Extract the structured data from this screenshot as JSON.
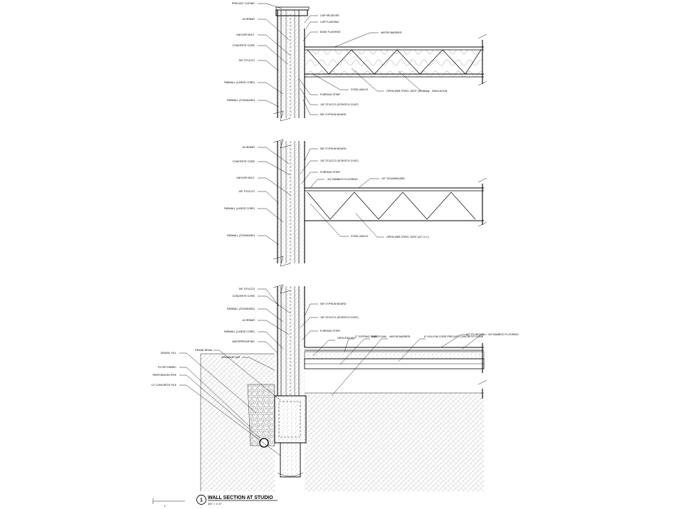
{
  "sheet": {
    "title_number": "1",
    "title": "WALL SECTION AT STUDIO",
    "scale": "3/4\" = 1'-0\"",
    "scale_bar_label": "1'"
  },
  "detail_top": {
    "left_labels": [
      "PRECAST COPING",
      "#4 REBAR",
      "ANCHOR BOLT",
      "CONCRETE CORE",
      "3/8\" STUCCO",
      "FABWALL (LARGE CORE)",
      "FABWALL (STANDARD)"
    ],
    "right_labels": [
      "CAP RECEIVER",
      "CAP FLASHING",
      "BASE FLASHING",
      "WATER BARRIER",
      "FURRING STRIP",
      "STEEL ANGLE",
      "OPEN-WEB STEEL JOIST (24\" O.C.)",
      "INSULATION",
      "1/8\" STUCCO (SCRATCH COAT)",
      "5/8\" GYPSUM BOARD"
    ]
  },
  "detail_mid": {
    "left_labels": [
      "#4 REBAR",
      "CONCRETE CORE",
      "ANCHOR BOLT",
      "3/8\" STUCCO",
      "FABWALL (LARGE CORE)",
      "FABWALL (STANDARD)"
    ],
    "right_labels": [
      "5/8\" GYPSUM BOARD",
      "1/8\" STUCCO (SCRATCH COAT)",
      "FURRING STRIP",
      "3/4\" BAMBOO FLOORING",
      "1/2\" SOUNDBOARD",
      "STEEL ANGLE",
      "OPEN-WEB STEEL JOIST (24\" O.C.)"
    ]
  },
  "detail_bot": {
    "left_labels": [
      "3/8\" STUCCO",
      "CONCRETE CORE",
      "FABWALL (STANDARD)",
      "#4 REBAR",
      "FABWALL (LARGE CORE)",
      "WATERPROOFING",
      "GRAVEL FILL",
      "GRADE BEAM",
      "DRAINAGE MAT",
      "FILTER FABRIC",
      "PERFORATED PIPE",
      "12\" CONCRETE PILE"
    ],
    "right_labels": [
      "5/8\" GYPSUM BOARD",
      "1/8\" STUCCO (SCRATCH COAT)",
      "FURRING STRIP",
      "GROUTED KEY",
      "2\" TOPPING SLAB",
      "PAPER DAM",
      "VAPOR BARRIER",
      "8\" HOLLOW CORE PRECAST CONCRETE PLANK",
      "1/2\" PLYWOOD",
      "3/4\" BAMBOO FLOORING"
    ]
  }
}
